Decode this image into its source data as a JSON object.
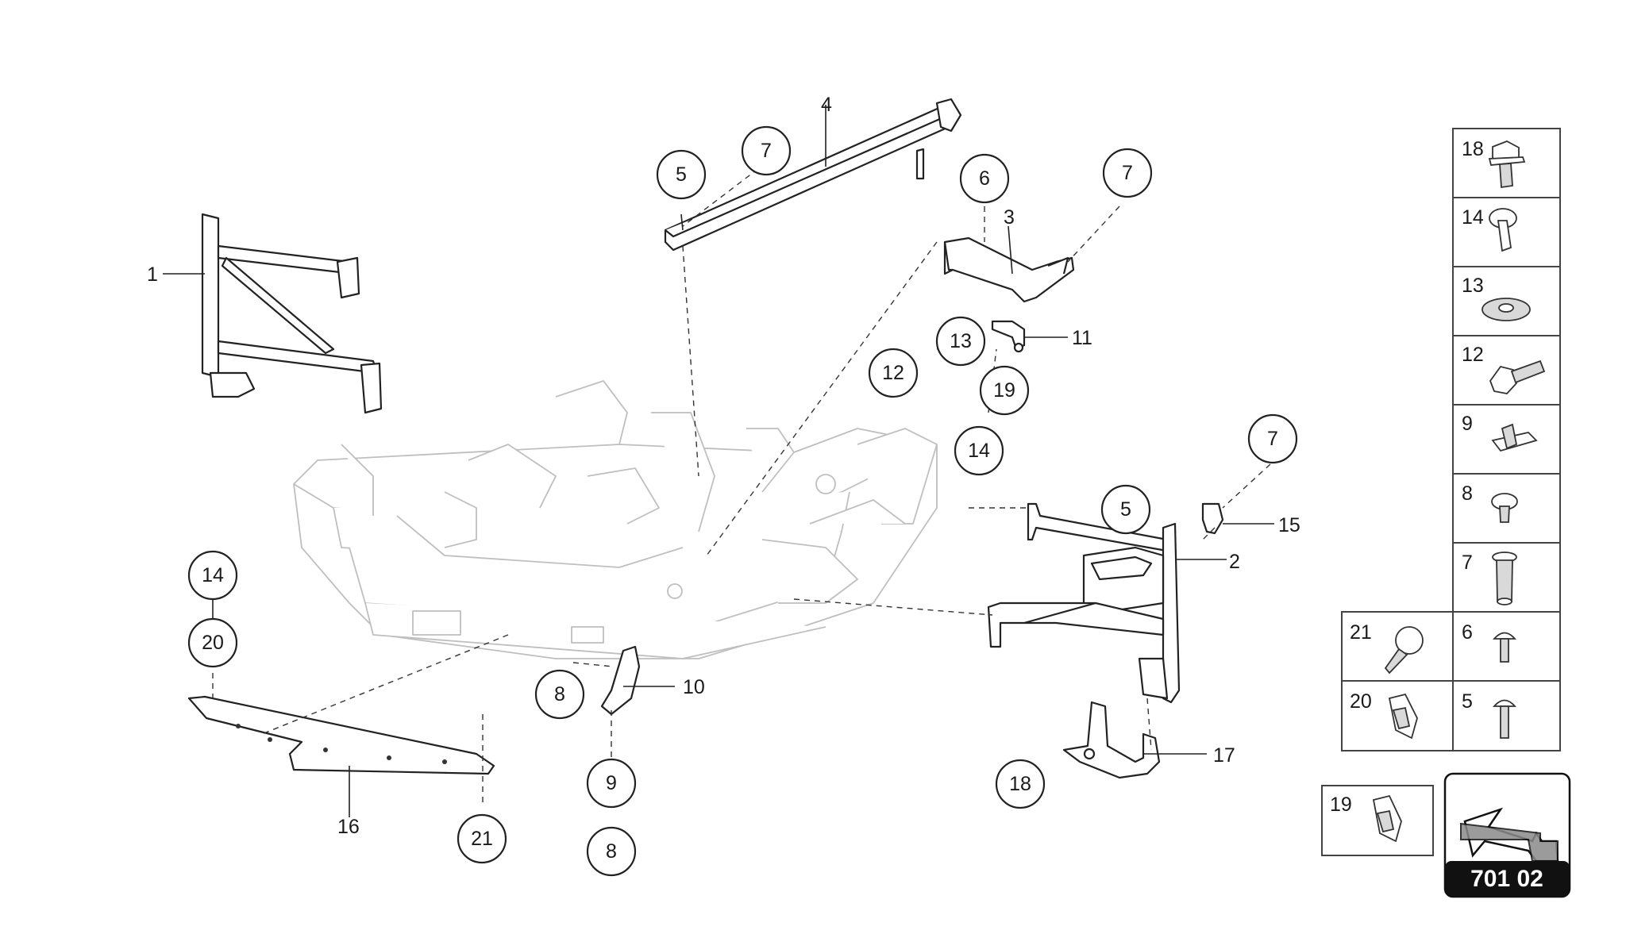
{
  "diagram": {
    "part_labels": [
      "1",
      "2",
      "3",
      "4",
      "10",
      "11",
      "15",
      "16",
      "17"
    ],
    "callouts": [
      "7",
      "5",
      "6",
      "7",
      "13",
      "12",
      "19",
      "14",
      "7",
      "5",
      "14",
      "20",
      "8",
      "9",
      "8",
      "21",
      "18"
    ]
  },
  "legend": {
    "items": [
      {
        "number": "18",
        "icon": "hex-flange-bolt-icon"
      },
      {
        "number": "14",
        "icon": "torx-screw-icon"
      },
      {
        "number": "13",
        "icon": "washer-icon"
      },
      {
        "number": "12",
        "icon": "hex-bolt-icon"
      },
      {
        "number": "9",
        "icon": "clip-nut-icon"
      },
      {
        "number": "8",
        "icon": "flange-screw-icon"
      },
      {
        "number": "7",
        "icon": "rivet-nut-icon"
      },
      {
        "number": "21",
        "icon": "torx-bolt-icon"
      },
      {
        "number": "6",
        "icon": "mushroom-rivet-icon"
      },
      {
        "number": "20",
        "icon": "spring-clip-icon"
      },
      {
        "number": "5",
        "icon": "mushroom-rivet-icon"
      },
      {
        "number": "19",
        "icon": "spring-clip-icon"
      }
    ]
  },
  "reference": {
    "code": "701 02",
    "icon": "arrow-icon"
  }
}
